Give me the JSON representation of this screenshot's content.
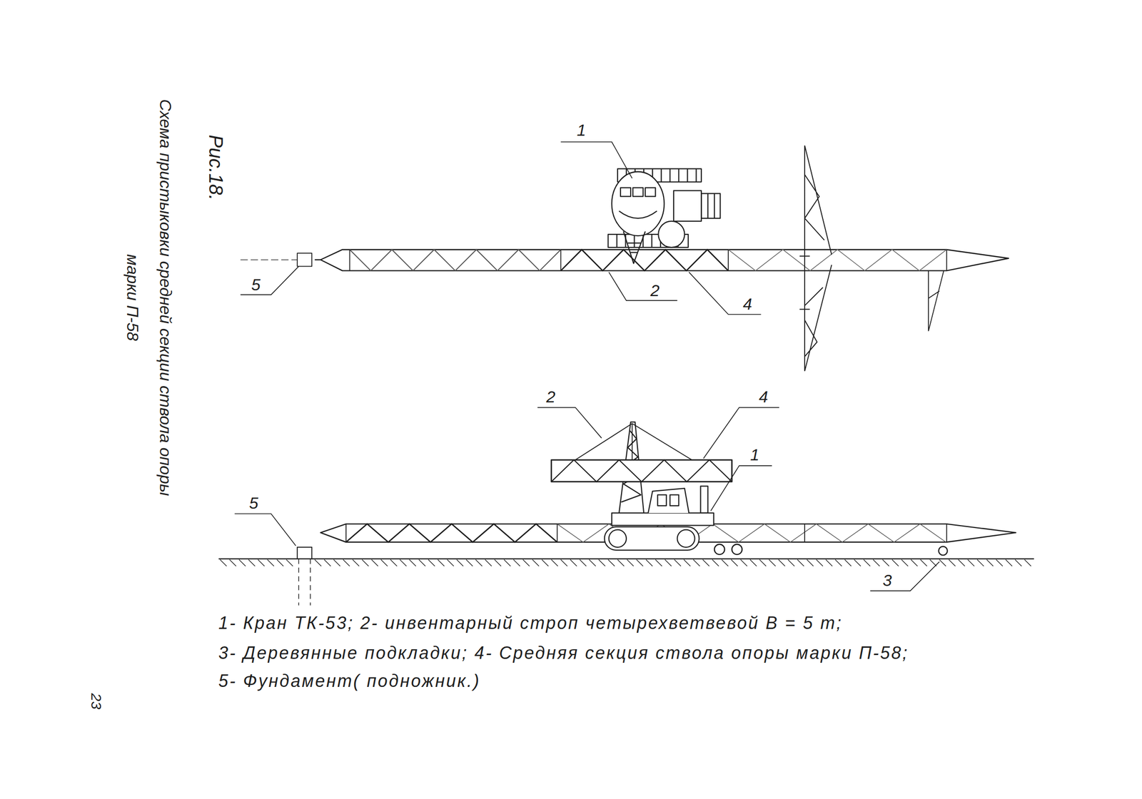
{
  "diagram": {
    "title": "Схема пристыковки средней секции ствола опоры марки П-58",
    "labels": [
      "Рис.18.",
      "1",
      "2",
      "4",
      "5",
      "2",
      "4",
      "1",
      "5",
      "3",
      "1- Кран ТК-53; 2- инвентарный строп четырехветвевой В = 5 т;",
      "3- Деревянные подкладки; 4- Средняя секция ствола опоры марки П-58;",
      "5- Фундамент( подножник.)",
      "23"
    ]
  }
}
